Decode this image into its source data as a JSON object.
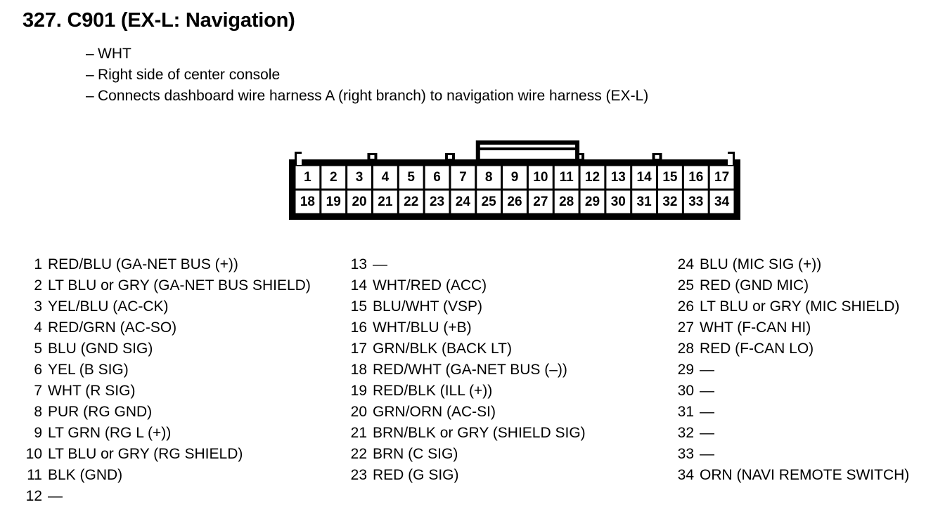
{
  "header": {
    "title": "327. C901 (EX-L: Navigation)",
    "dash": "–",
    "notes": [
      "WHT",
      "Right side of center console",
      "Connects dashboard wire harness A (right branch) to navigation wire harness (EX-L)"
    ]
  },
  "connector": {
    "name": "34-pin connector",
    "rows": [
      [
        "1",
        "2",
        "3",
        "4",
        "5",
        "6",
        "7",
        "8",
        "9",
        "10",
        "11",
        "12",
        "13",
        "14",
        "15",
        "16",
        "17"
      ],
      [
        "18",
        "19",
        "20",
        "21",
        "22",
        "23",
        "24",
        "25",
        "26",
        "27",
        "28",
        "29",
        "30",
        "31",
        "32",
        "33",
        "34"
      ]
    ],
    "tab_positions": [
      3,
      6,
      11,
      14
    ],
    "latch_span": [
      7,
      10
    ],
    "color": "#000000",
    "fill": "#ffffff"
  },
  "pins": {
    "empty_marker": "—",
    "column1": [
      {
        "num": "1",
        "desc": "RED/BLU (GA-NET BUS (+))"
      },
      {
        "num": "2",
        "desc": "LT BLU or GRY (GA-NET BUS SHIELD)"
      },
      {
        "num": "3",
        "desc": "YEL/BLU (AC-CK)"
      },
      {
        "num": "4",
        "desc": "RED/GRN (AC-SO)"
      },
      {
        "num": "5",
        "desc": "BLU (GND SIG)"
      },
      {
        "num": "6",
        "desc": "YEL (B SIG)"
      },
      {
        "num": "7",
        "desc": "WHT (R SIG)"
      },
      {
        "num": "8",
        "desc": "PUR (RG GND)"
      },
      {
        "num": "9",
        "desc": "LT GRN (RG L (+))"
      },
      {
        "num": "10",
        "desc": "LT BLU or GRY (RG SHIELD)"
      },
      {
        "num": "11",
        "desc": "BLK (GND)"
      },
      {
        "num": "12",
        "desc": "—"
      }
    ],
    "column2": [
      {
        "num": "13",
        "desc": "—"
      },
      {
        "num": "14",
        "desc": "WHT/RED (ACC)"
      },
      {
        "num": "15",
        "desc": "BLU/WHT (VSP)"
      },
      {
        "num": "16",
        "desc": "WHT/BLU (+B)"
      },
      {
        "num": "17",
        "desc": "GRN/BLK (BACK LT)"
      },
      {
        "num": "18",
        "desc": "RED/WHT (GA-NET BUS (–))"
      },
      {
        "num": "19",
        "desc": "RED/BLK (ILL (+))"
      },
      {
        "num": "20",
        "desc": "GRN/ORN (AC-SI)"
      },
      {
        "num": "21",
        "desc": "BRN/BLK or GRY (SHIELD SIG)"
      },
      {
        "num": "22",
        "desc": "BRN (C SIG)"
      },
      {
        "num": "23",
        "desc": "RED (G SIG)"
      }
    ],
    "column3": [
      {
        "num": "24",
        "desc": "BLU (MIC SIG (+))"
      },
      {
        "num": "25",
        "desc": "RED (GND MIC)"
      },
      {
        "num": "26",
        "desc": "LT BLU or GRY (MIC SHIELD)"
      },
      {
        "num": "27",
        "desc": "WHT (F-CAN HI)"
      },
      {
        "num": "28",
        "desc": "RED (F-CAN LO)"
      },
      {
        "num": "29",
        "desc": "—"
      },
      {
        "num": "30",
        "desc": "—"
      },
      {
        "num": "31",
        "desc": "—"
      },
      {
        "num": "32",
        "desc": "—"
      },
      {
        "num": "33",
        "desc": "—"
      },
      {
        "num": "34",
        "desc": "ORN (NAVI REMOTE SWITCH)"
      }
    ]
  }
}
